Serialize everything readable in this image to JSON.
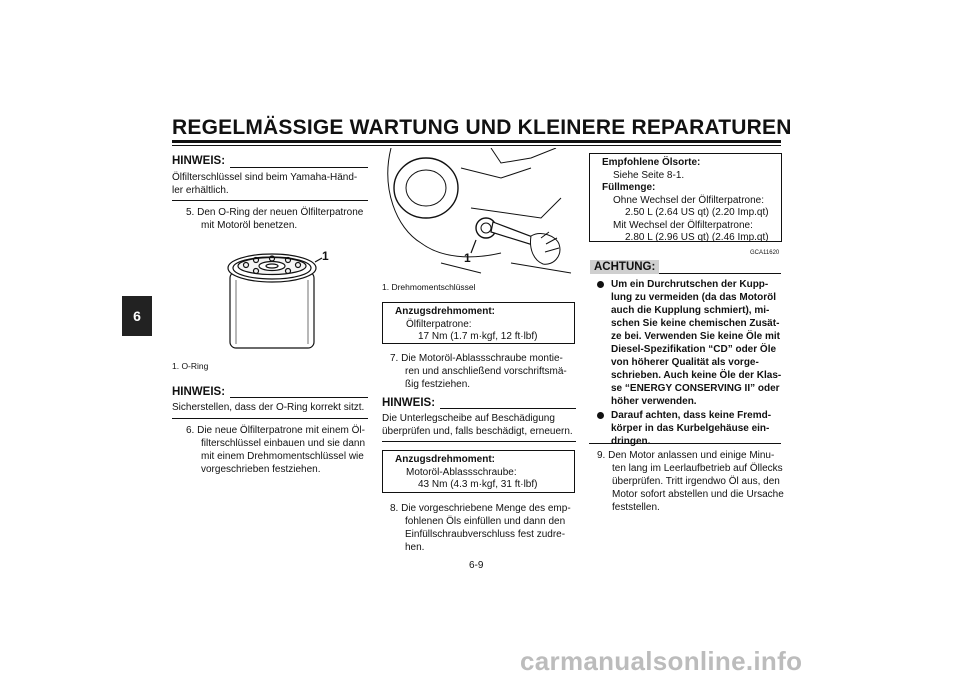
{
  "header": {
    "title": "REGELMÄSSIGE WARTUNG UND KLEINERE REPARATUREN",
    "chapter": "6"
  },
  "col1": {
    "note1_head": "HINWEIS:",
    "note1_lines": [
      "Ölfilterschlüssel sind beim Yamaha-Händ-",
      "ler erhältlich."
    ],
    "step5_lines": [
      "5.  Den O-Ring der neuen Ölfilterpatrone",
      "mit Motoröl benetzen."
    ],
    "fig_callout": "1",
    "fig_caption": "1.  O-Ring",
    "note2_head": "HINWEIS:",
    "note2_line": "Sicherstellen, dass der O-Ring korrekt sitzt.",
    "step6_lines": [
      "6.  Die neue Ölfilterpatrone mit einem Öl-",
      "filterschlüssel einbauen und sie dann",
      "mit einem Drehmomentschlüssel wie",
      "vorgeschrieben festziehen."
    ]
  },
  "col2": {
    "fig_callout": "1",
    "fig_caption": "1.  Drehmomentschlüssel",
    "torque1": {
      "head": "Anzugsdrehmoment:",
      "item": "Ölfilterpatrone:",
      "value": "17 Nm (1.7 m·kgf, 12 ft·lbf)"
    },
    "step7_lines": [
      "7.  Die Motoröl-Ablassschraube montie-",
      "ren und anschließend vorschriftsmä-",
      "ßig festziehen."
    ],
    "note_head": "HINWEIS:",
    "note_lines": [
      "Die Unterlegscheibe auf Beschädigung",
      "überprüfen und, falls beschädigt, erneuern."
    ],
    "torque2": {
      "head": "Anzugsdrehmoment:",
      "item": "Motoröl-Ablassschraube:",
      "value": "43 Nm (4.3 m·kgf, 31 ft·lbf)"
    },
    "step8_lines": [
      "8.  Die vorgeschriebene Menge des emp-",
      "fohlenen Öls einfüllen und dann den",
      "Einfüllschraubverschluss fest zudre-",
      "hen."
    ]
  },
  "col3": {
    "oil_box": {
      "head1": "Empfohlene Ölsorte:",
      "line1": "Siehe Seite 8-1.",
      "head2": "Füllmenge:",
      "line2": "Ohne Wechsel der Ölfilterpatrone:",
      "line3": "2.50 L (2.64 US qt) (2.20 Imp.qt)",
      "line4": "Mit Wechsel der Ölfilterpatrone:",
      "line5": "2.80 L (2.96 US qt) (2.46 Imp.qt)"
    },
    "code": "GCA11620",
    "achtung": "ACHTUNG:",
    "bullet1_lines": [
      "Um ein Durchrutschen der Kupp-",
      "lung zu vermeiden (da das Motoröl",
      "auch die Kupplung schmiert), mi-",
      "schen Sie keine chemischen Zusät-",
      "ze bei. Verwenden Sie keine Öle mit",
      "Diesel-Spezifikation “CD” oder Öle",
      "von höherer Qualität als vorge-",
      "schrieben. Auch keine Öle der Klas-",
      "se “ENERGY CONSERVING II” oder",
      "höher verwenden."
    ],
    "bullet2_lines": [
      "Darauf achten, dass keine Fremd-",
      "körper in das Kurbelgehäuse ein-",
      "dringen."
    ],
    "step9_lines": [
      "9.  Den Motor anlassen und einige Minu-",
      "ten lang im Leerlaufbetrieb auf Öllecks",
      "überprüfen. Tritt irgendwo Öl aus, den",
      "Motor sofort abstellen und die Ursache",
      "feststellen."
    ]
  },
  "page_number": "6-9",
  "footer": "carmanualsonline.info"
}
